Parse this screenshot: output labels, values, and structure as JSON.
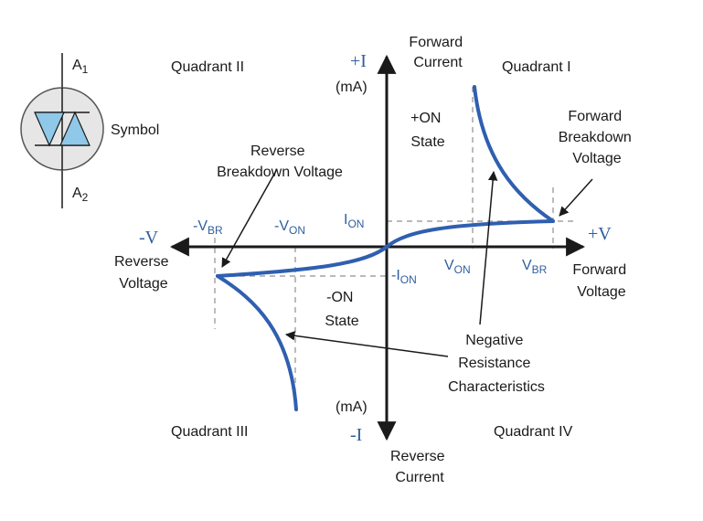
{
  "symbol": {
    "terminal_top": "A",
    "terminal_top_sub": "1",
    "terminal_bottom": "A",
    "terminal_bottom_sub": "2",
    "label": "Symbol"
  },
  "quadrants": {
    "q1": "Quadrant I",
    "q2": "Quadrant II",
    "q3": "Quadrant III",
    "q4": "Quadrant IV"
  },
  "axes": {
    "plus_i": "+I",
    "minus_i": "-I",
    "plus_v": "+V",
    "minus_v": "-V",
    "ma_top": "(mA)",
    "ma_bottom": "(mA)",
    "forward_current": [
      "Forward",
      "Current"
    ],
    "reverse_current": [
      "Reverse",
      "Current"
    ],
    "forward_voltage": [
      "Forward",
      "Voltage"
    ],
    "reverse_voltage": [
      "Reverse",
      "Voltage"
    ]
  },
  "markers": {
    "v_br_neg": {
      "main": "-V",
      "sub": "BR"
    },
    "v_on_neg": {
      "main": "-V",
      "sub": "ON"
    },
    "i_on": {
      "main": "I",
      "sub": "ON"
    },
    "i_on_neg": {
      "main": "-I",
      "sub": "ON"
    },
    "v_on": {
      "main": "V",
      "sub": "ON"
    },
    "v_br": {
      "main": "V",
      "sub": "BR"
    }
  },
  "annotations": {
    "on_state_pos": [
      "+ON",
      "State"
    ],
    "on_state_neg": [
      "-ON",
      "State"
    ],
    "forward_breakdown": [
      "Forward",
      "Breakdown",
      "Voltage"
    ],
    "reverse_breakdown": [
      "Reverse",
      "Breakdown Voltage"
    ],
    "negative_resistance": [
      "Negative",
      "Resistance",
      "Characteristics"
    ]
  },
  "colors": {
    "curve": "#2f5fb0",
    "axis": "#1a1a1a",
    "dashed": "#909090",
    "symbol_fill": "#e6e6e6",
    "triangle_fill": "#8fc8e8"
  }
}
